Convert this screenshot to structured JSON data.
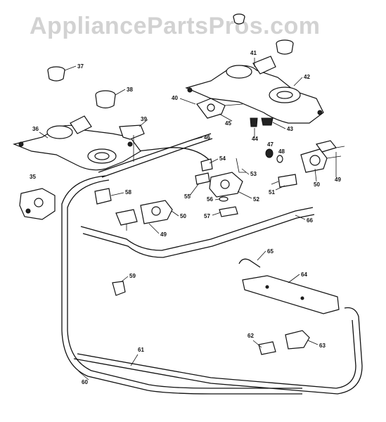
{
  "watermark": "AppliancePartsPros.com",
  "callouts": [
    "37",
    "38",
    "41",
    "42",
    "40",
    "45",
    "43",
    "44",
    "39",
    "36",
    "46",
    "47",
    "48",
    "54",
    "53",
    "50",
    "49",
    "35",
    "58",
    "55",
    "52",
    "51",
    "56",
    "57",
    "66",
    "65",
    "59",
    "64",
    "62",
    "63",
    "61",
    "60"
  ]
}
